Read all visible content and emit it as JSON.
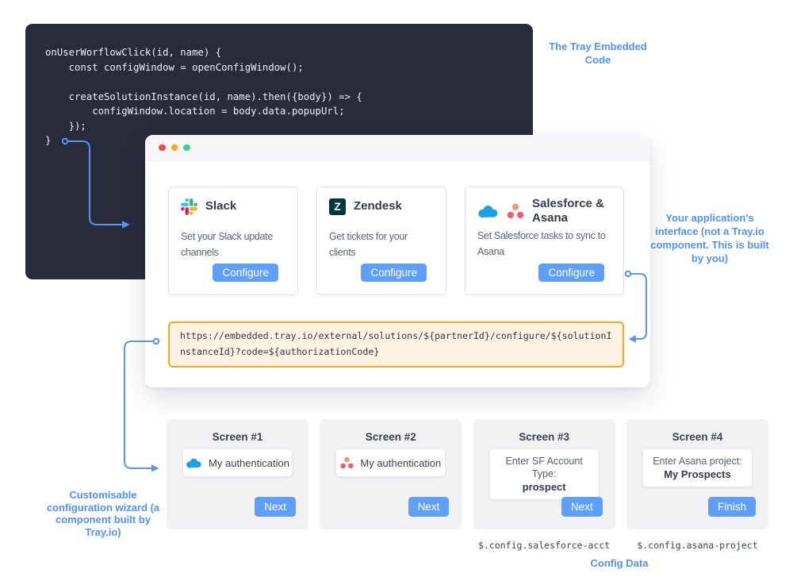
{
  "code_panel": {
    "lines": [
      "onUserWorflowClick(id, name) {",
      "    const configWindow = openConfigWindow();",
      "",
      "    createSolutionInstance(id, name).then({body}) => {",
      "        configWindow.location = body.data.popupUrl;",
      "    });",
      "}"
    ]
  },
  "app_window": {
    "cards": [
      {
        "name": "Slack",
        "description": "Set your Slack update channels",
        "button_label": "Configure",
        "icon": "slack-icon"
      },
      {
        "name": "Zendesk",
        "zendesk_glyph": "Z",
        "description": "Get tickets for your clients",
        "button_label": "Configure",
        "icon": "zendesk-icon"
      },
      {
        "name": "Salesforce & Asana",
        "description": "Set Salesforce tasks to sync to Asana",
        "button_label": "Configure",
        "icon": "salesforce-icon asana-icon"
      }
    ],
    "url_bar": {
      "url": "https://embedded.tray.io/external/solutions/${partnerId}/configure/${solutionInstanceId}?code=${authorizationCode}"
    }
  },
  "wizard_screens": [
    {
      "title": "Screen #1",
      "auth_label": "My authentication",
      "button_label": "Next",
      "icon": "salesforce-icon"
    },
    {
      "title": "Screen #2",
      "auth_label": "My authentication",
      "button_label": "Next",
      "icon": "asana-icon"
    },
    {
      "title": "Screen #3",
      "prompt": "Enter SF Account Type:",
      "value": "prospect",
      "button_label": "Next",
      "config_path": "$.config.salesforce-acct"
    },
    {
      "title": "Screen #4",
      "prompt": "Enter Asana project:",
      "value": "My Prospects",
      "button_label": "Finish",
      "config_path": "$.config.asana-project"
    }
  ],
  "annotations": {
    "embedded_code": "The Tray Embedded Code",
    "app_interface": "Your application's interface (not a Tray.io component. This is built by you)",
    "config_wizard": "Customisable configuration wizard (a component built by Tray.io)",
    "config_data": "Config Data"
  },
  "colors": {
    "accent_blue": "#5f9ff5",
    "annotation_blue": "#5490f2",
    "connector_blue": "#5b93ee",
    "url_border_orange": "#f7a823",
    "code_bg": "#272b3a",
    "zendesk_dark": "#03363d",
    "salesforce_blue": "#1da1e2"
  }
}
